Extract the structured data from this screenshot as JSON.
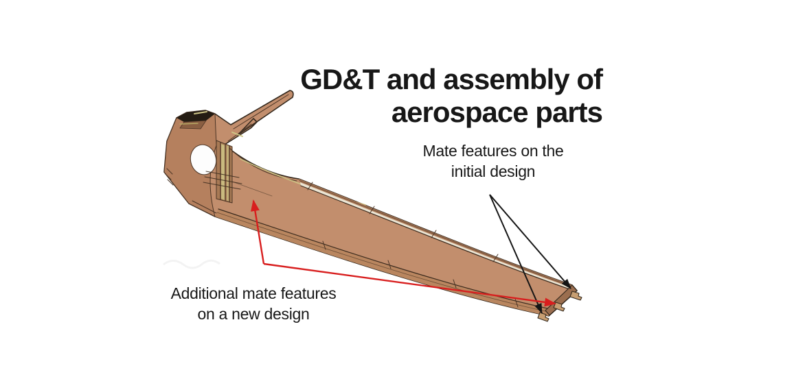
{
  "title": {
    "lines": [
      "GD&T and assembly of",
      "aerospace parts"
    ]
  },
  "labels": {
    "initial_design": {
      "lines": [
        "Mate features on the",
        "initial design"
      ]
    },
    "new_design": {
      "lines": [
        "Additional mate features",
        "on a new design"
      ]
    }
  },
  "figure": {
    "kind": "3d-cad-rendering-of-aerospace-spar-part"
  },
  "colors": {
    "background": "#ffffff",
    "text": "#171717",
    "body": "#c28e6d",
    "wall": "#b5805e",
    "flange_outer": "#ae7c5a",
    "flange_lower": "#b9865f",
    "highlight": "#ebe5d4",
    "rib_accent": "#cfc687",
    "pocket": "#a87a55",
    "end_face": "#9b6e4f",
    "feet": "#c79e72",
    "outline": "#33281d",
    "detail_line": "#4a3425",
    "facet_dark": "#241c13",
    "hole": "#fdfdfd",
    "arrow_black": "#151515",
    "arrow_red": "#d81e1e"
  }
}
